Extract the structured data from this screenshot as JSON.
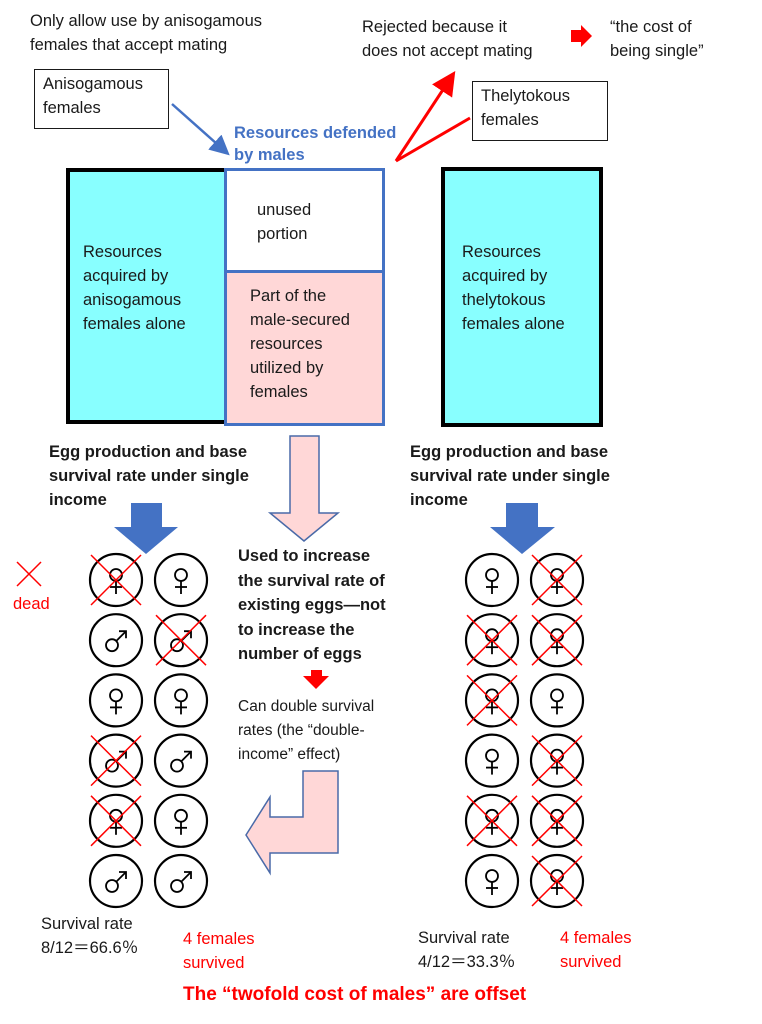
{
  "top": {
    "note_left": "Only allow use by anisogamous\nfemales that accept mating",
    "note_rejected": "Rejected because it\ndoes not accept mating",
    "cost_single": "“the cost of\nbeing single”",
    "box_anisogamous": "Anisogamous\nfemales",
    "box_thelytokous": "Thelytokous\nfemales",
    "resources_defended": "Resources defended\nby males"
  },
  "blocks": {
    "left_resources": "Resources\nacquired by\nanisogamous\nfemales alone",
    "unused": "unused\nportion",
    "male_secured": "Part of the\nmale-secured\nresources\nutilized by\nfemales",
    "right_resources": "Resources\nacquired by\nthelytokous\nfemales alone"
  },
  "captions": {
    "left_egg": "Egg production and base\nsurvival rate under single\nincome",
    "right_egg": "Egg production and base\nsurvival rate under single\nincome",
    "used_to_increase": "Used to increase\nthe survival rate of\nexisting eggs—not\nto increase the\nnumber of eggs",
    "double_income": "Can double survival\nrates (the “double-\nincome” effect)",
    "dead_legend": "dead"
  },
  "grids": {
    "left": {
      "eggs": [
        {
          "sex": "female",
          "dead": true
        },
        {
          "sex": "female",
          "dead": false
        },
        {
          "sex": "male",
          "dead": false
        },
        {
          "sex": "male",
          "dead": true
        },
        {
          "sex": "female",
          "dead": false
        },
        {
          "sex": "female",
          "dead": false
        },
        {
          "sex": "male",
          "dead": true
        },
        {
          "sex": "male",
          "dead": false
        },
        {
          "sex": "female",
          "dead": true
        },
        {
          "sex": "female",
          "dead": false
        },
        {
          "sex": "male",
          "dead": false
        },
        {
          "sex": "male",
          "dead": false
        }
      ],
      "survival_label": "Survival rate",
      "survival_value": "8/12＝66.6％",
      "females_survived": "4 females\nsurvived"
    },
    "right": {
      "eggs": [
        {
          "sex": "female",
          "dead": false
        },
        {
          "sex": "female",
          "dead": true
        },
        {
          "sex": "female",
          "dead": true
        },
        {
          "sex": "female",
          "dead": true
        },
        {
          "sex": "female",
          "dead": true
        },
        {
          "sex": "female",
          "dead": false
        },
        {
          "sex": "female",
          "dead": false
        },
        {
          "sex": "female",
          "dead": true
        },
        {
          "sex": "female",
          "dead": true
        },
        {
          "sex": "female",
          "dead": true
        },
        {
          "sex": "female",
          "dead": false
        },
        {
          "sex": "female",
          "dead": true
        }
      ],
      "survival_label": "Survival rate",
      "survival_value": "4/12＝33.3％",
      "females_survived": "4 females\nsurvived"
    }
  },
  "conclusion": "The “twofold cost of males” are offset",
  "colors": {
    "cyan_fill": "#88ffff",
    "pink_fill": "#ffd7d7",
    "blue_accent": "#4472c4",
    "red_accent": "#ff0000"
  }
}
